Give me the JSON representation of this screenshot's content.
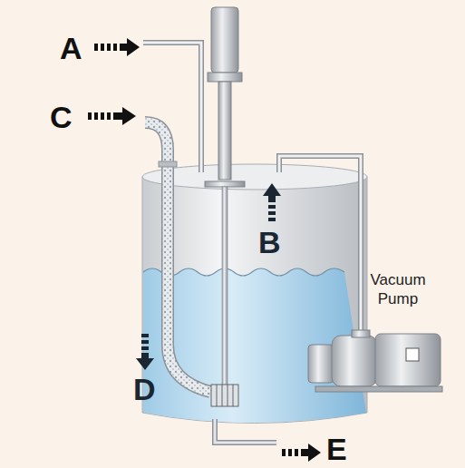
{
  "diagram": {
    "labels": [
      "A",
      "C",
      "B",
      "D",
      "E",
      "Vacuum Pump"
    ]
  }
}
